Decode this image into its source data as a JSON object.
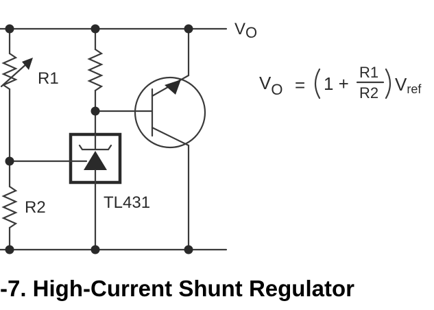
{
  "labels": {
    "vo_main": "V",
    "vo_sub": "O",
    "r1": "R1",
    "r2": "R2",
    "ic": "TL431"
  },
  "equation": {
    "lhs_main": "V",
    "lhs_sub": "O",
    "equals": "=",
    "one_plus": "1 +",
    "numerator": "R1",
    "denominator": "R2",
    "rhs_main": "V",
    "rhs_sub": "ref"
  },
  "caption": "-7. High-Current Shunt Regulator"
}
